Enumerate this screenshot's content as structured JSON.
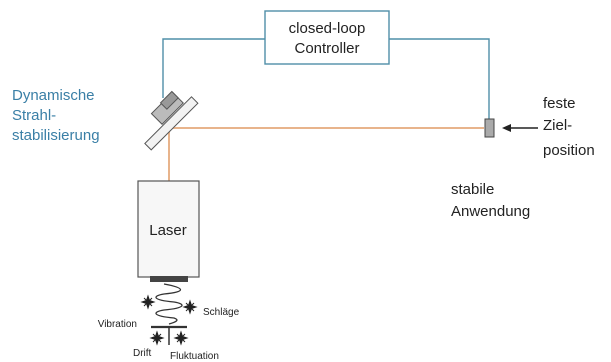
{
  "controller": {
    "line1": "closed-loop",
    "line2": "Controller"
  },
  "stabilizer": {
    "line1": "Dynamische",
    "line2": "Strahl-",
    "line3": "stabilisierung"
  },
  "target": {
    "line1": "feste",
    "line2": "Ziel-",
    "line3": "position"
  },
  "application": {
    "line1": "stabile",
    "line2": "Anwendung"
  },
  "laser": {
    "label": "Laser"
  },
  "disturbances": {
    "vibration": "Vibration",
    "shocks": "Schläge",
    "drift": "Drift",
    "fluctuation": "Fluktuation"
  },
  "colors": {
    "control_line": "#4f8fa8",
    "beam": "#e8b48c",
    "stabilizer_text": "#3a7fa6",
    "text": "#222222"
  }
}
